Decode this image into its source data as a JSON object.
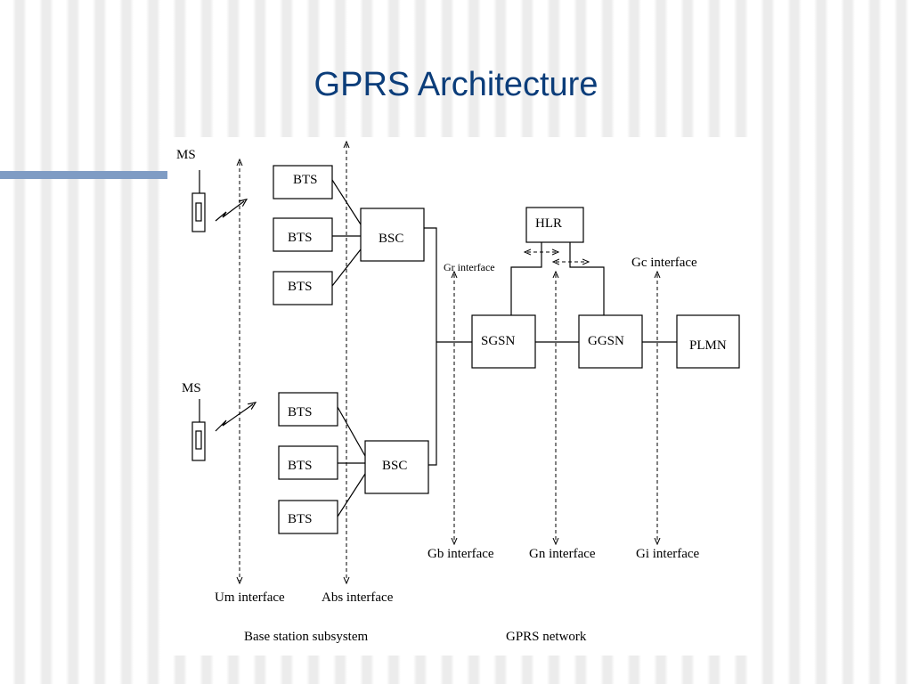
{
  "slide": {
    "title": "GPRS Architecture"
  },
  "diagram": {
    "ms_labels": [
      "MS",
      "MS"
    ],
    "bts_label": "BTS",
    "bsc_label": "BSC",
    "hlr_label": "HLR",
    "sgsn_label": "SGSN",
    "ggsn_label": "GGSN",
    "plmn_label": "PLMN",
    "interfaces": {
      "gr": "Gr interface",
      "gc": "Gc interface",
      "gb": "Gb interface",
      "gn": "Gn interface",
      "gi": "Gi interface",
      "um": "Um interface",
      "abs": "Abs interface"
    },
    "sections": {
      "bss": "Base station subsystem",
      "gprs": "GPRS network"
    }
  }
}
